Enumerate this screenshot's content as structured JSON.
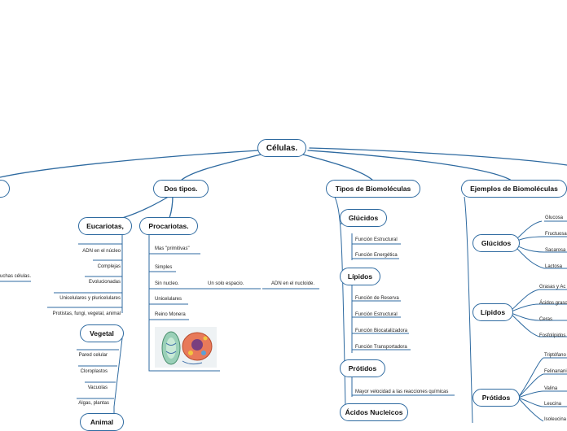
{
  "root": {
    "label": "Células."
  },
  "branches": {
    "dos_tipos": {
      "label": "Dos tipos."
    },
    "tipos_bio": {
      "label": "Tipos de Biomoléculas"
    },
    "ejemplos_bio": {
      "label": "Ejemplos de Biomoléculas"
    }
  },
  "eucariotas": {
    "label": "Eucariotas,",
    "items": [
      "ADN en el núcleo",
      "Complejas",
      "Evolucionadas",
      "Unicelulares y pluricelulares",
      "Protistas, fungi, vegetal, animal"
    ],
    "vegetal": {
      "label": "Vegetal",
      "items": [
        "Pared celular",
        "Cloroplastos",
        "Vacuolas",
        "Algas, plantas"
      ]
    },
    "animal": {
      "label": "Animal"
    }
  },
  "procariotas": {
    "label": "Procariotas.",
    "items": [
      "Mas \"primitivas\"",
      "Simples",
      "Sin nucleo.",
      "Unicelulares",
      "Reino Monera"
    ],
    "sin_nucleo_sub": "Un solo espacio.",
    "sin_nucleo_sub2": "ADN en el nucloide."
  },
  "left_cut": {
    "text": "uchas células."
  },
  "tipos": {
    "glucidos": {
      "label": "Glúcidos",
      "items": [
        "Función Estructural",
        "Función Energética"
      ]
    },
    "lipidos": {
      "label": "Lípidos",
      "items": [
        "Función de Reserva",
        "Función Estructural",
        "Función Biocatalizadora",
        "Función Transportadora"
      ]
    },
    "protidos": {
      "label": "Prótidos",
      "items": [
        "Mayor velocidad a las reacciones químicas"
      ]
    },
    "acidos": {
      "label": "Ácidos Nucleicos"
    }
  },
  "ejemplos": {
    "glucidos": {
      "label": "Glúcidos",
      "items": [
        "Glucosa",
        "Fructuosa",
        "Sacarosa",
        "Lactosa"
      ]
    },
    "lipidos": {
      "label": "Lípidos",
      "items": [
        "Grasas y Ac",
        "Ácidos grasos",
        "Ceras",
        "Fosfolípidos"
      ]
    },
    "protidos": {
      "label": "Prótidos",
      "items": [
        "Triptófano",
        "Felinanani",
        "Valina",
        "Leucina",
        "Isoleucina"
      ]
    }
  },
  "colors": {
    "line": "#2e6aa0",
    "node_border": "#2e6aa0"
  }
}
